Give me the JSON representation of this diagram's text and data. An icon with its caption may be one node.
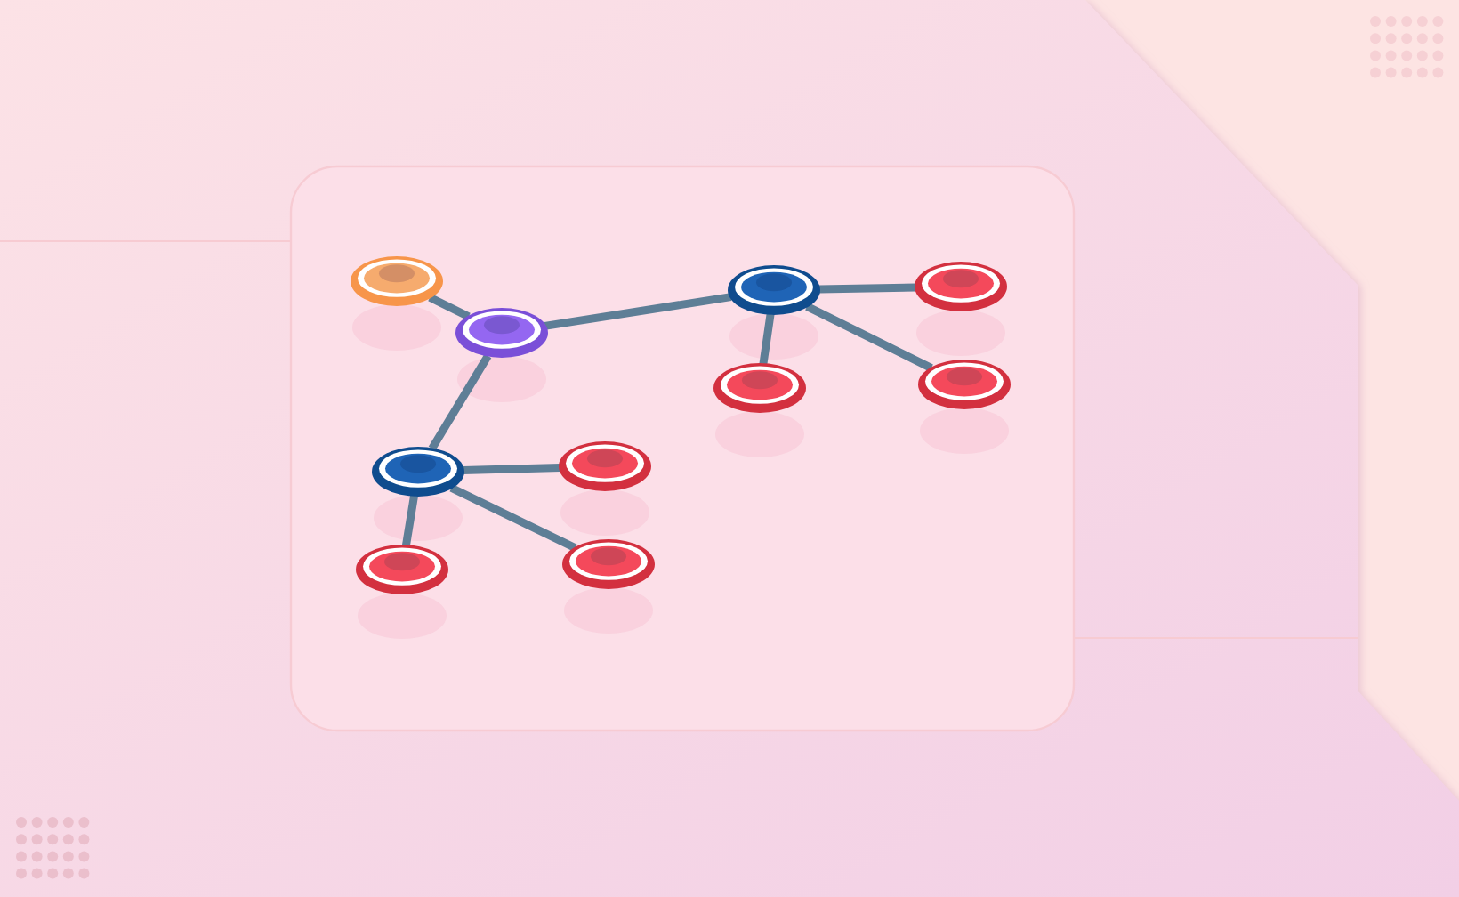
{
  "diagram": {
    "nodes": [
      {
        "text": [],
        "shape": "circle"
      },
      {
        "text": [],
        "shape": "circle"
      },
      {
        "text": [],
        "shape": "circle"
      },
      {
        "text": [],
        "shape": "circle"
      },
      {
        "text": [],
        "shape": "circle"
      },
      {
        "text": [],
        "shape": "circle"
      },
      {
        "text": [],
        "shape": "circle"
      },
      {
        "text": [],
        "shape": "circle"
      },
      {
        "text": [],
        "shape": "circle"
      },
      {
        "text": [],
        "shape": "circle"
      }
    ],
    "edges": [
      {
        "from": 0,
        "to": 1,
        "arrow": "none"
      },
      {
        "from": 1,
        "to": 2,
        "arrow": "none"
      },
      {
        "from": 2,
        "to": 3,
        "arrow": "none"
      },
      {
        "from": 2,
        "to": 4,
        "arrow": "none"
      },
      {
        "from": 2,
        "to": 5,
        "arrow": "none"
      },
      {
        "from": 1,
        "to": 6,
        "arrow": "none"
      },
      {
        "from": 6,
        "to": 7,
        "arrow": "none"
      },
      {
        "from": 6,
        "to": 8,
        "arrow": "none"
      },
      {
        "from": 6,
        "to": 9,
        "arrow": "none"
      }
    ]
  }
}
